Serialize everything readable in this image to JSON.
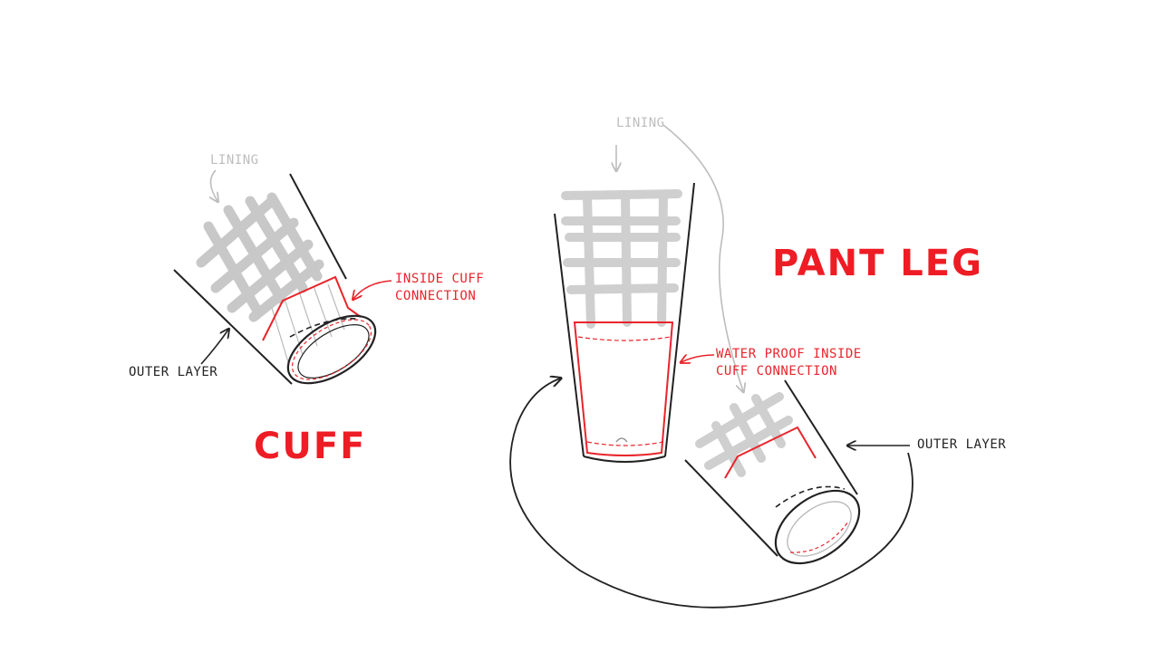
{
  "colors": {
    "accent_red": "#ee1c24",
    "sketch_black": "#222222",
    "lining_grey": "#c8c8c8",
    "label_grey": "#bdbdbd"
  },
  "cuff": {
    "title": "CUFF",
    "labels": {
      "lining": "LINING",
      "connection_line1": "INSIDE CUFF",
      "connection_line2": "CONNECTION",
      "outer_layer": "OUTER LAYER"
    }
  },
  "pant_leg": {
    "title": "PANT LEG",
    "labels": {
      "lining": "LINING",
      "waterproof_line1": "WATER PROOF INSIDE",
      "waterproof_line2": "CUFF CONNECTION",
      "outer_layer": "OUTER LAYER"
    }
  }
}
